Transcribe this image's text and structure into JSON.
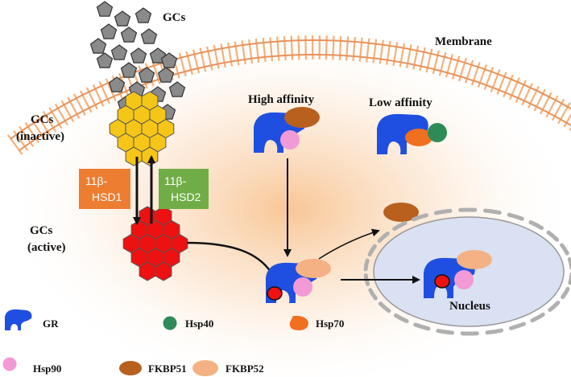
{
  "labels": {
    "gcs_top": "GCs",
    "membrane": "Membrane",
    "gcs_inactive_1": "GCs",
    "gcs_inactive_2": "(inactive)",
    "gcs_active_1": "GCs",
    "gcs_active_2": "(active)",
    "high_affinity": "High affinity",
    "low_affinity": "Low affinity",
    "nucleus": "Nucleus"
  },
  "enzymes": [
    {
      "line1": "11β-",
      "line2": "HSD1",
      "color": "#ed7d31"
    },
    {
      "line1": "11β-",
      "line2": "HSD2",
      "color": "#70ad47"
    }
  ],
  "legend": [
    {
      "label": "GR",
      "icon": "gr-icon",
      "color": "#1f4fe0"
    },
    {
      "label": "Hsp40",
      "icon": "hsp40-icon",
      "color": "#2e8b57"
    },
    {
      "label": "Hsp70",
      "icon": "hsp70-icon",
      "color": "#f07020"
    },
    {
      "label": "Hsp90",
      "icon": "hsp90-icon",
      "color": "#f29ad6"
    },
    {
      "label": "FKBP51",
      "icon": "fkbp51-icon",
      "color": "#b8601e"
    },
    {
      "label": "FKBP52",
      "icon": "fkbp52-icon",
      "color": "#f4b183"
    }
  ],
  "colors": {
    "gr": "#1f4fe0",
    "inactive_hex": "#f5c518",
    "active_hex": "#ee1111",
    "gc_pentagon": "#8a8a8a",
    "membrane": "#f5b07a",
    "cytoplasm_glow": "#f7c79a",
    "nucleus_fill": "#d9e1f2"
  }
}
